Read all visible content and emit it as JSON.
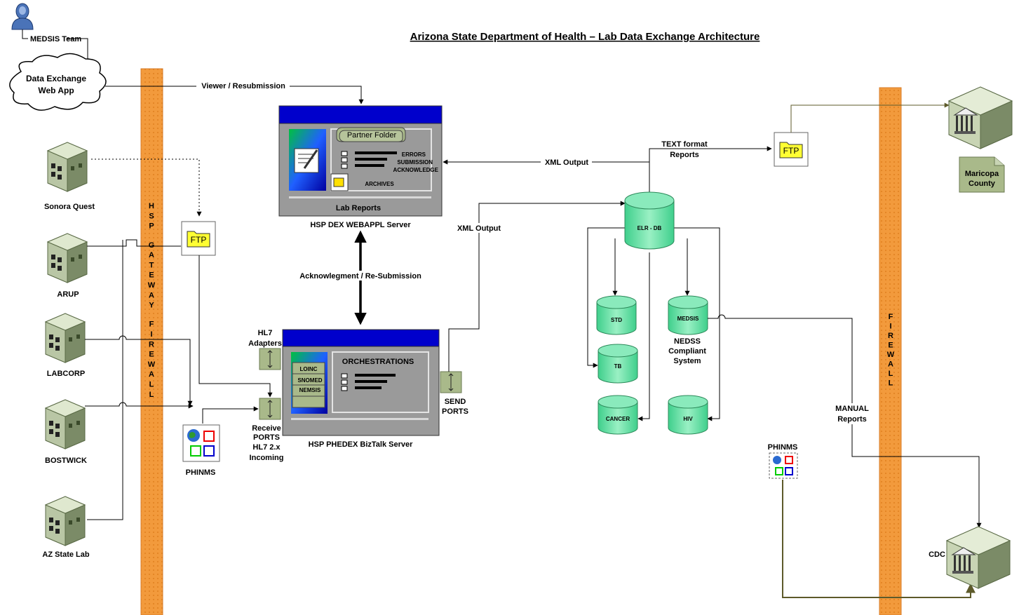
{
  "title": "Arizona State Department of Health – Lab Data Exchange Architecture",
  "team_label": "MEDSIS Team",
  "webapp": {
    "line1": "Data Exchange",
    "line2": "Web App"
  },
  "edge_labels": {
    "viewer": "Viewer / Resubmission",
    "xml_output_top": "XML Output",
    "xml_output_mid": "XML Output",
    "ack_resub": "Acknowlegment / Re-Submission",
    "text_format_1": "TEXT format",
    "text_format_2": "Reports",
    "manual_1": "MANUAL",
    "manual_2": "Reports"
  },
  "firewall_left": "HSP GATEWAY FIREWALL",
  "firewall_right": "FIREWALL",
  "labs": [
    {
      "name": "Sonora Quest"
    },
    {
      "name": "ARUP"
    },
    {
      "name": "LABCORP"
    },
    {
      "name": "BOSTWICK"
    },
    {
      "name": "AZ State Lab"
    }
  ],
  "ftp_label": "FTP",
  "phinms_label": "PHINMS",
  "phinms_right_label": "PHINMS",
  "webappl": {
    "partner_folder": "Partner Folder",
    "items": [
      "ERRORS",
      "SUBMISSION",
      "ACKNOWLEDGE"
    ],
    "archives": "ARCHIVES",
    "footer": "Lab Reports",
    "caption": "HSP DEX WEBAPPL Server"
  },
  "biztalk": {
    "codes": [
      "LOINC",
      "SNOMED",
      "NEMSIS"
    ],
    "orchestrations": "ORCHESTRATIONS",
    "caption": "HSP PHEDEX BizTalk Server",
    "hl7_adapters_1": "HL7",
    "hl7_adapters_2": "Adapters",
    "receive_1": "Receive",
    "receive_2": "PORTS",
    "receive_3": "HL7 2.x",
    "receive_4": "Incoming",
    "send_1": "SEND",
    "send_2": "PORTS"
  },
  "databases": {
    "main": "ELR - DB",
    "std": "STD",
    "tb": "TB",
    "cancer": "CANCER",
    "medsis": "MEDSIS",
    "hiv": "HIV"
  },
  "nedss": [
    "NEDSS",
    "Compliant",
    "System"
  ],
  "maricopa": [
    "Maricopa",
    "County"
  ],
  "cdc": "CDC",
  "colors": {
    "firewall": "#f29a3c",
    "server_header": "#0000cc",
    "server_body": "#9a9a9a",
    "db": "#6be0a8",
    "port": "#a9b98a",
    "line": "#000000",
    "olive_line": "#5d5a2a"
  }
}
